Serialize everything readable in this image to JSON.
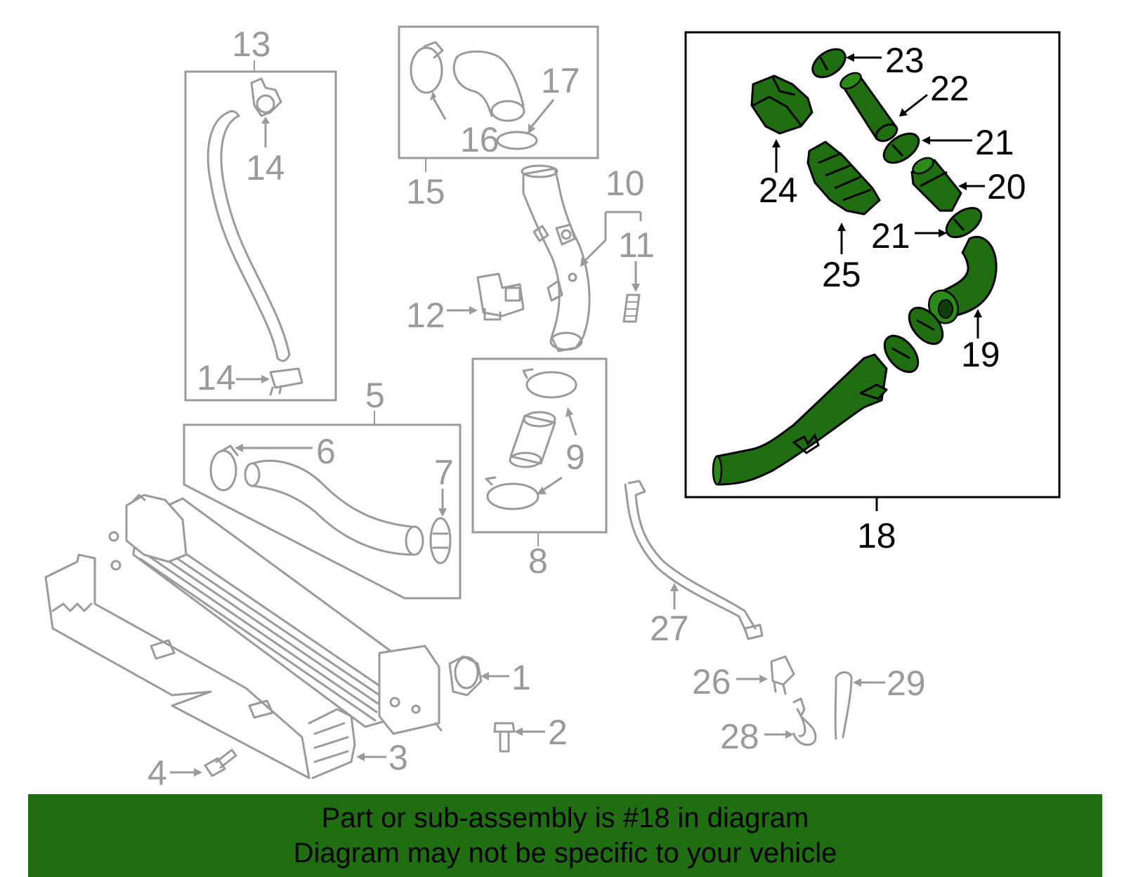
{
  "diagram": {
    "callouts": {
      "c1": "1",
      "c2": "2",
      "c3": "3",
      "c4": "4",
      "c5": "5",
      "c6": "6",
      "c7": "7",
      "c8": "8",
      "c9": "9",
      "c10": "10",
      "c11": "11",
      "c12": "12",
      "c13": "13",
      "c14a": "14",
      "c14b": "14",
      "c15": "15",
      "c16": "16",
      "c17": "17",
      "c18": "18",
      "c19": "19",
      "c20": "20",
      "c21a": "21",
      "c21b": "21",
      "c22": "22",
      "c23": "23",
      "c24": "24",
      "c25": "25",
      "c26": "26",
      "c27": "27",
      "c28": "28",
      "c29": "29"
    },
    "colors": {
      "highlight": "#1f6e12",
      "outline": "#9a9a9a",
      "banner": "#1f6e12"
    }
  },
  "banner": {
    "line1": "Part or sub-assembly is #18 in diagram",
    "line2": "Diagram may not be specific to your vehicle"
  }
}
